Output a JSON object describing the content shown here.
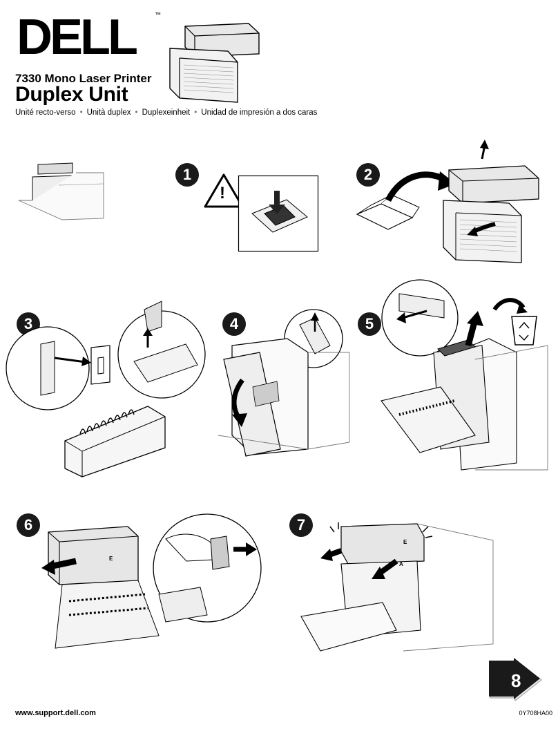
{
  "brand": {
    "logo_text": "DELL",
    "trademark": "™"
  },
  "header": {
    "model": "7330 Mono Laser Printer",
    "title": "Duplex Unit",
    "translations": [
      "Unité recto-verso",
      "Unità duplex",
      "Duplexeinheit",
      "Unidad de impresión a dos caras"
    ],
    "separator": "•"
  },
  "steps": [
    {
      "number": "1",
      "warning_symbol": "!",
      "icon": "warning-triangle-icon"
    },
    {
      "number": "2"
    },
    {
      "number": "3"
    },
    {
      "number": "4"
    },
    {
      "number": "5",
      "icon": "recycle-bin-icon"
    },
    {
      "number": "6",
      "label": "E"
    },
    {
      "number": "7",
      "labels": [
        "E",
        "A"
      ]
    }
  ],
  "next_page": {
    "number": "8",
    "icon": "next-arrow-icon"
  },
  "footer": {
    "url": "www.support.dell.com",
    "code": "0Y708HA00"
  }
}
